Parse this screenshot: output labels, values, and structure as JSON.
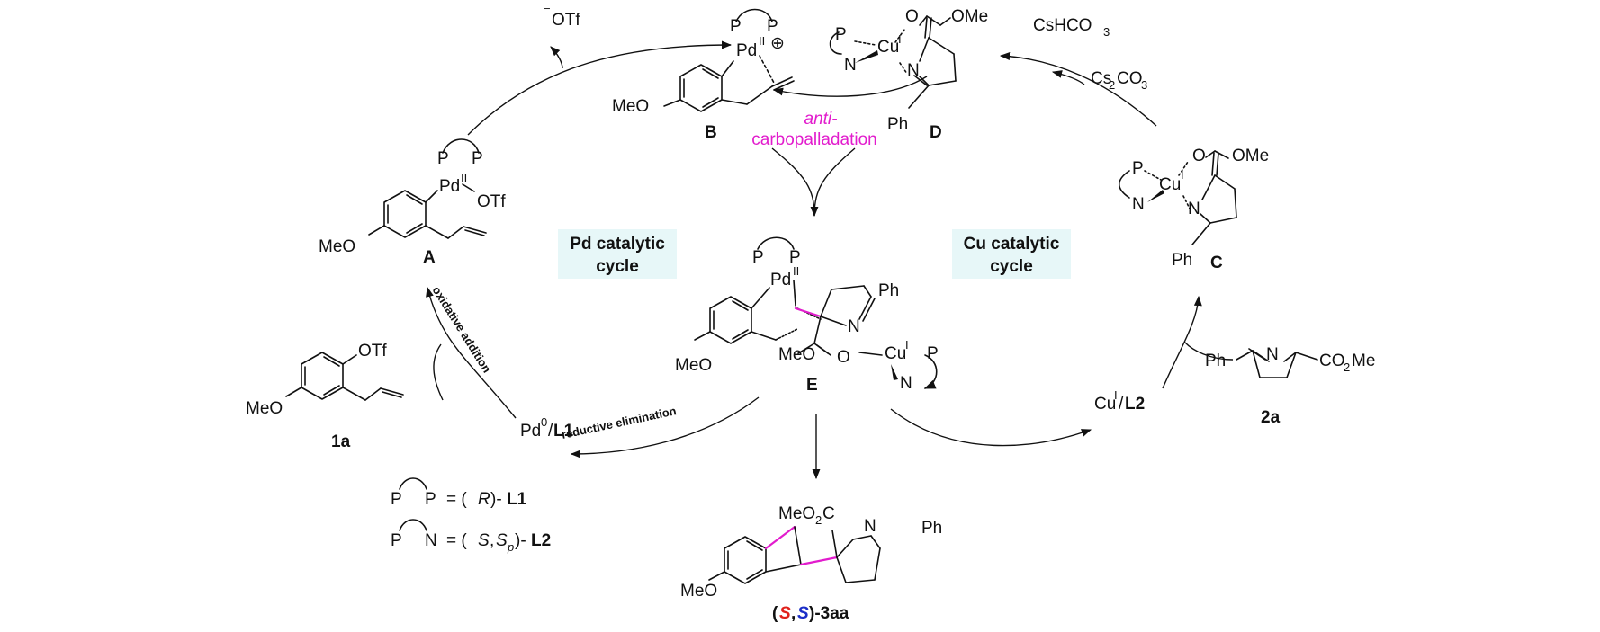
{
  "colors": {
    "magenta": "#e21ccd",
    "red_S": "#e0211b",
    "blue_S": "#1b2ec8",
    "label_box": "#e7f7f8"
  },
  "cycles": {
    "pd_line1": "Pd catalytic",
    "pd_line2": "cycle",
    "cu_line1": "Cu catalytic",
    "cu_line2": "cycle"
  },
  "compounds": {
    "A": {
      "label": "A",
      "meo": "MeO",
      "pd": "Pd",
      "ox": "II",
      "otf": "OTf",
      "p1": "P",
      "p2": "P"
    },
    "B": {
      "label": "B",
      "meo": "MeO",
      "pd": "Pd",
      "ox": "II",
      "charge": "⊕",
      "p1": "P",
      "p2": "P"
    },
    "C": {
      "label": "C",
      "p": "P",
      "n": "N",
      "cu": "Cu",
      "ox": "I",
      "o": "O",
      "ome": "OMe",
      "n_ring": "N",
      "ph": "Ph"
    },
    "D": {
      "label": "D",
      "p": "P",
      "n": "N",
      "cu": "Cu",
      "ox": "I",
      "o": "O",
      "ome": "OMe",
      "n_ring": "N",
      "ph": "Ph"
    },
    "E": {
      "label": "E",
      "meo_ar": "MeO",
      "meo_ester": "MeO",
      "o": "O",
      "pd": "Pd",
      "ox": "II",
      "p1": "P",
      "p2": "P",
      "n_ring": "N",
      "ph": "Ph",
      "cu": "Cu",
      "cu_ox": "I",
      "p_cu": "P",
      "n_cu": "N"
    },
    "1a": {
      "label": "1a",
      "meo": "MeO",
      "otf": "OTf"
    },
    "2a": {
      "label": "2a",
      "ph": "Ph",
      "n": "N",
      "ester": "CO",
      "ester_sub": "2",
      "ester_tail": "Me"
    },
    "3aa": {
      "paren_open": "(",
      "s1": "S",
      "comma": ",",
      "s2": "S",
      "suffix": ")-3aa",
      "meo": "MeO",
      "ester_pre": "MeO",
      "ester_sub": "2",
      "ester_post": "C",
      "n": "N",
      "ph": "Ph"
    }
  },
  "species": {
    "otf_anion": {
      "sup": "−",
      "text": "OTf"
    },
    "cshco3": {
      "pre": "CsHCO",
      "sub": "3"
    },
    "cs2co3": {
      "pre": "Cs",
      "sub1": "2",
      "mid": "CO",
      "sub2": "3"
    },
    "pd0": {
      "pre": "Pd",
      "sup": "0",
      "slash": "/",
      "ligand": "L1"
    },
    "cul2": {
      "pre": "Cu",
      "sup": "I",
      "slash": "/",
      "ligand": "L2"
    }
  },
  "steps": {
    "carbopalladation_1": "anti-",
    "carbopalladation_2": "carbopalladation",
    "oxidative_addition": "oxidative addition",
    "reductive_elimination": "reductive elimination"
  },
  "legend": {
    "pp": {
      "a": "P",
      "b": "P",
      "eq": "= (",
      "r": "R",
      "close": ")-",
      "ligand": "L1"
    },
    "pn": {
      "a": "P",
      "b": "N",
      "eq": "= (",
      "s": "S",
      "comma": ",",
      "sp": "S",
      "sp_sub": "p",
      "close": ")-",
      "ligand": "L2"
    }
  }
}
